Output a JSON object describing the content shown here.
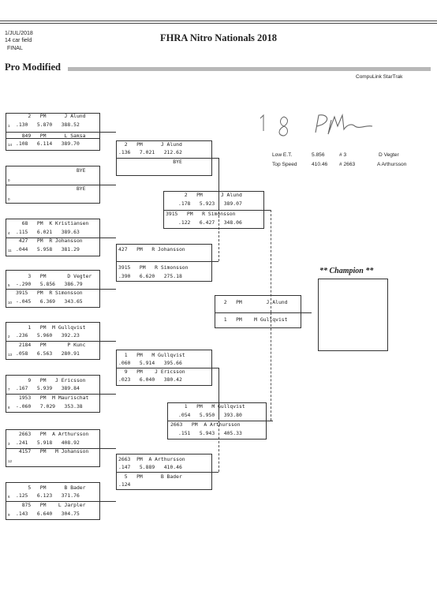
{
  "header": {
    "date": "1/JUL/2018",
    "field": "14 car field",
    "round": "FINAL",
    "title": "FHRA Nitro Nationals 2018",
    "category": "Pro Modified",
    "timing": "CompuLink StarTrak"
  },
  "stats": {
    "low_et_label": "Low E.T.",
    "low_et_value": "5.856",
    "low_et_num": "# 3",
    "low_et_name": "D Vegter",
    "top_speed_label": "Top Speed",
    "top_speed_value": "410.46",
    "top_speed_num": "# 2663",
    "top_speed_name": "A Arthursson"
  },
  "champion_label": "** Champion **",
  "handwriting": "18 PM",
  "round1": [
    {
      "a_line1": "    2   PM      J Alund",
      "a_line2": ".130   5.870   388.52",
      "a_lane": "1",
      "b_line1": "  849   PM      L Saksa",
      "b_line2": ".108   6.114   389.70",
      "b_lane": "14"
    },
    {
      "a_line1": "                    BYE",
      "a_line2": "",
      "a_lane": "0",
      "b_line1": "                    BYE",
      "b_line2": "",
      "b_lane": "0"
    },
    {
      "a_line1": "  68   PM  K Kristiansen",
      "a_line2": ".115   6.021   389.63",
      "a_lane": "4",
      "b_line1": " 427   PM  R Johansson",
      "b_line2": ".044   5.958   381.29",
      "b_lane": "11"
    },
    {
      "a_line1": "    3   PM       D Vegter",
      "a_line2": "-.290   5.856   386.79",
      "a_lane": "5",
      "b_line1": "3915   PM  R Simonsson",
      "b_line2": "-.045   6.369   343.65",
      "b_lane": "10"
    },
    {
      "a_line1": "    1   PM  M Gullqvist",
      "a_line2": ".236   5.960   392.23",
      "a_lane": "2",
      "b_line1": " 2184   PM       P Kunc",
      "b_line2": ".058   6.563   280.91",
      "b_lane": "13"
    },
    {
      "a_line1": "    9   PM   J Ericsson",
      "a_line2": ".167   5.939   389.84",
      "a_lane": "7",
      "b_line1": " 1953   PM  M Maurischat",
      "b_line2": "-.060   7.029   353.38",
      "b_lane": "8"
    },
    {
      "a_line1": " 2663   PM  A Arthursson",
      "a_line2": ".241   5.918   408.92",
      "a_lane": "3",
      "b_line1": " 4157   PM   M Johansson",
      "b_line2": "",
      "b_lane": "12"
    },
    {
      "a_line1": "    5   PM      B Bader",
      "a_line2": ".125   6.123   371.76",
      "a_lane": "6",
      "b_line1": "  875   PM    L Jarpler",
      "b_line2": ".143   6.640   304.75",
      "b_lane": "9"
    }
  ],
  "round2": [
    {
      "a_line1": "  2   PM      J Alund",
      "a_line2": ".136   7.021   212.62",
      "b_line1": "                  BYE",
      "b_line2": ""
    },
    {
      "a_line1": "427   PM   R Johansson",
      "a_line2": "",
      "b_line1": "3915   PM   R Simonsson",
      "b_line2": ".390   6.620   275.18"
    },
    {
      "a_line1": "  1   PM   M Gullqvist",
      "a_line2": ".060   5.914   395.66",
      "b_line1": "  9   PM    J Ericsson",
      "b_line2": ".023   6.040   380.42"
    },
    {
      "a_line1": "2663  PM  A Arthursson",
      "a_line2": ".147   5.889   410.46",
      "b_line1": "  5   PM      B Bader",
      "b_line2": ".124"
    }
  ],
  "semis": [
    {
      "a_line1": "  2   PM      J Alund",
      "a_line2": ".178   5.923   389.07",
      "b_line1": "3915   PM   R Simonsson",
      "b_line2": ".122   6.427   348.06"
    },
    {
      "a_line1": "  1   PM   M Gullqvist",
      "a_line2": ".054   5.950   393.80",
      "b_line1": "2663   PM  A Arthursson",
      "b_line2": ".151   5.943   405.33"
    }
  ],
  "final": {
    "a_line1": "  2   PM        J Alund",
    "b_line1": "  1   PM    M Gullqvist"
  }
}
